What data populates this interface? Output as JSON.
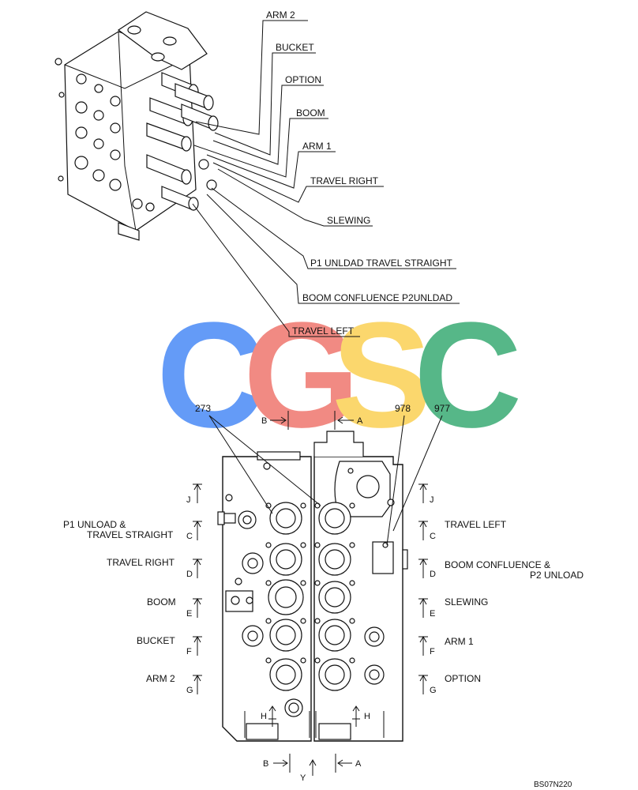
{
  "watermark": {
    "letters": [
      "C",
      "G",
      "S",
      "C"
    ],
    "colors": [
      "#4f8ef7",
      "#f07b72",
      "#fbd25a",
      "#3fae78"
    ]
  },
  "top_view": {
    "callouts": [
      {
        "key": "arm2",
        "text": "ARM 2"
      },
      {
        "key": "bucket",
        "text": "BUCKET"
      },
      {
        "key": "option",
        "text": "OPTION"
      },
      {
        "key": "boom",
        "text": "BOOM"
      },
      {
        "key": "arm1",
        "text": "ARM 1"
      },
      {
        "key": "travel_right",
        "text": "TRAVEL RIGHT"
      },
      {
        "key": "slewing",
        "text": "SLEWING"
      },
      {
        "key": "p1_unload",
        "text": "P1 UNLDAD TRAVEL STRAIGHT"
      },
      {
        "key": "boom_confluence",
        "text": "BOOM CONFLUENCE P2UNLDAD"
      },
      {
        "key": "travel_left",
        "text": "TRAVEL LEFT"
      }
    ]
  },
  "bottom_view": {
    "part_numbers": {
      "p273": "273",
      "p978": "978",
      "p977": "977"
    },
    "left_labels": {
      "p1_line1": "P1 UNLOAD &",
      "p1_line2": "TRAVEL STRAIGHT",
      "travel_right": "TRAVEL RIGHT",
      "boom": "BOOM",
      "bucket": "BUCKET",
      "arm2": "ARM 2"
    },
    "right_labels": {
      "travel_left": "TRAVEL LEFT",
      "boom_conf_line1": "BOOM CONFLUENCE &",
      "boom_conf_line2": "P2 UNLOAD",
      "slewing": "SLEWING",
      "arm1": "ARM 1",
      "option": "OPTION"
    },
    "sections": {
      "J": "J",
      "C": "C",
      "D": "D",
      "E": "E",
      "F": "F",
      "G": "G",
      "H": "H",
      "A": "A",
      "B": "B",
      "Y": "Y"
    }
  },
  "figure_code": "BS07N220"
}
